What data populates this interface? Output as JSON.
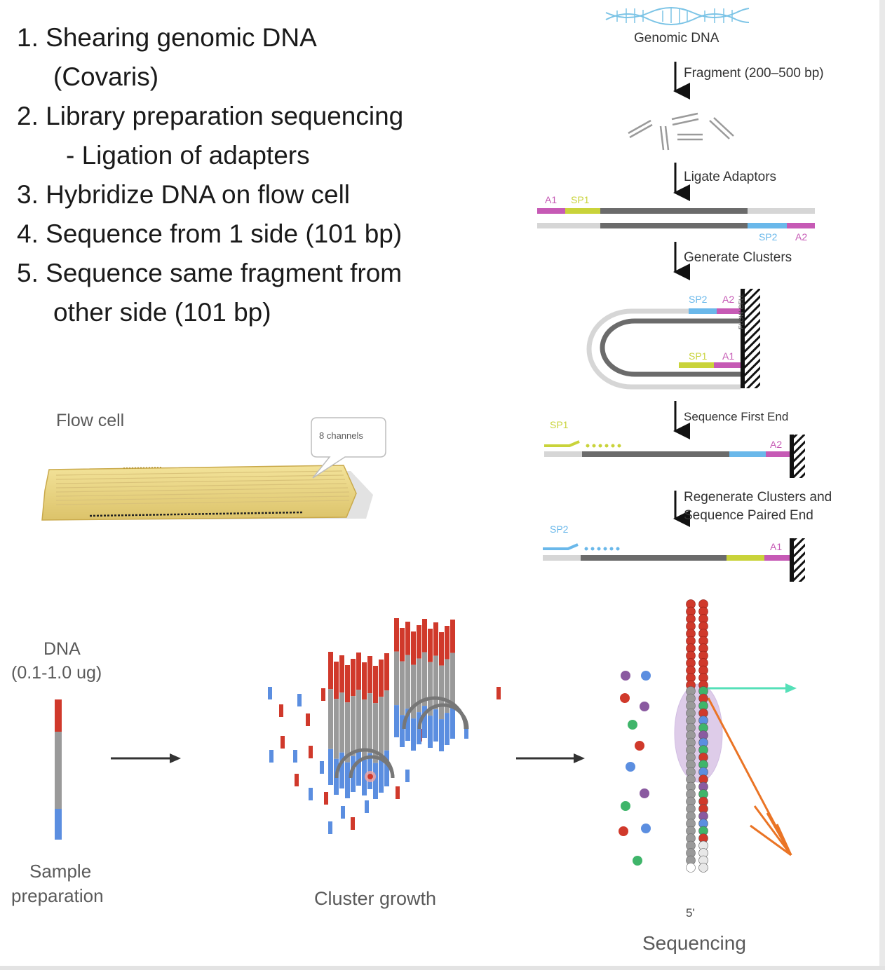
{
  "steps": [
    {
      "n": "1.",
      "text": "Shearing genomic DNA",
      "cont": "(Covaris)"
    },
    {
      "n": "2.",
      "text": "Library preparation sequencing",
      "sub": "- Ligation of adapters"
    },
    {
      "n": "3.",
      "text": "Hybridize DNA on flow cell"
    },
    {
      "n": "4.",
      "text": "Sequence from 1 side (101 bp)"
    },
    {
      "n": "5.",
      "text": "Sequence same fragment from",
      "cont": "other side (101 bp)"
    }
  ],
  "workflow": {
    "genomic_dna": "Genomic DNA",
    "fragment": "Fragment (200–500 bp)",
    "ligate": "Ligate Adaptors",
    "generate": "Generate Clusters",
    "first_end": "Sequence First End",
    "regenerate_1": "Regenerate Clusters and",
    "regenerate_2": "Sequence Paired End",
    "flowcell_tag": "FLOW CELL",
    "segments": {
      "a1": "A1",
      "sp1": "SP1",
      "sp2": "SP2",
      "a2": "A2"
    }
  },
  "flowcell": {
    "title": "Flow cell",
    "callout": "8 channels"
  },
  "bottom": {
    "dna_1": "DNA",
    "dna_2": "(0.1-1.0 ug)",
    "sample_1": "Sample",
    "sample_2": "preparation",
    "cluster": "Cluster growth",
    "sequencing": "Sequencing",
    "five_prime": "5'"
  },
  "colors": {
    "a1": "#c65ab5",
    "sp1": "#c9d33a",
    "sp2": "#6ab8ea",
    "a2": "#c65ab5",
    "strand": "#6b6b6b",
    "red": "#d0392b",
    "blue": "#5b8ee0",
    "teal": "#55e0b8",
    "orange": "#ea7425"
  }
}
